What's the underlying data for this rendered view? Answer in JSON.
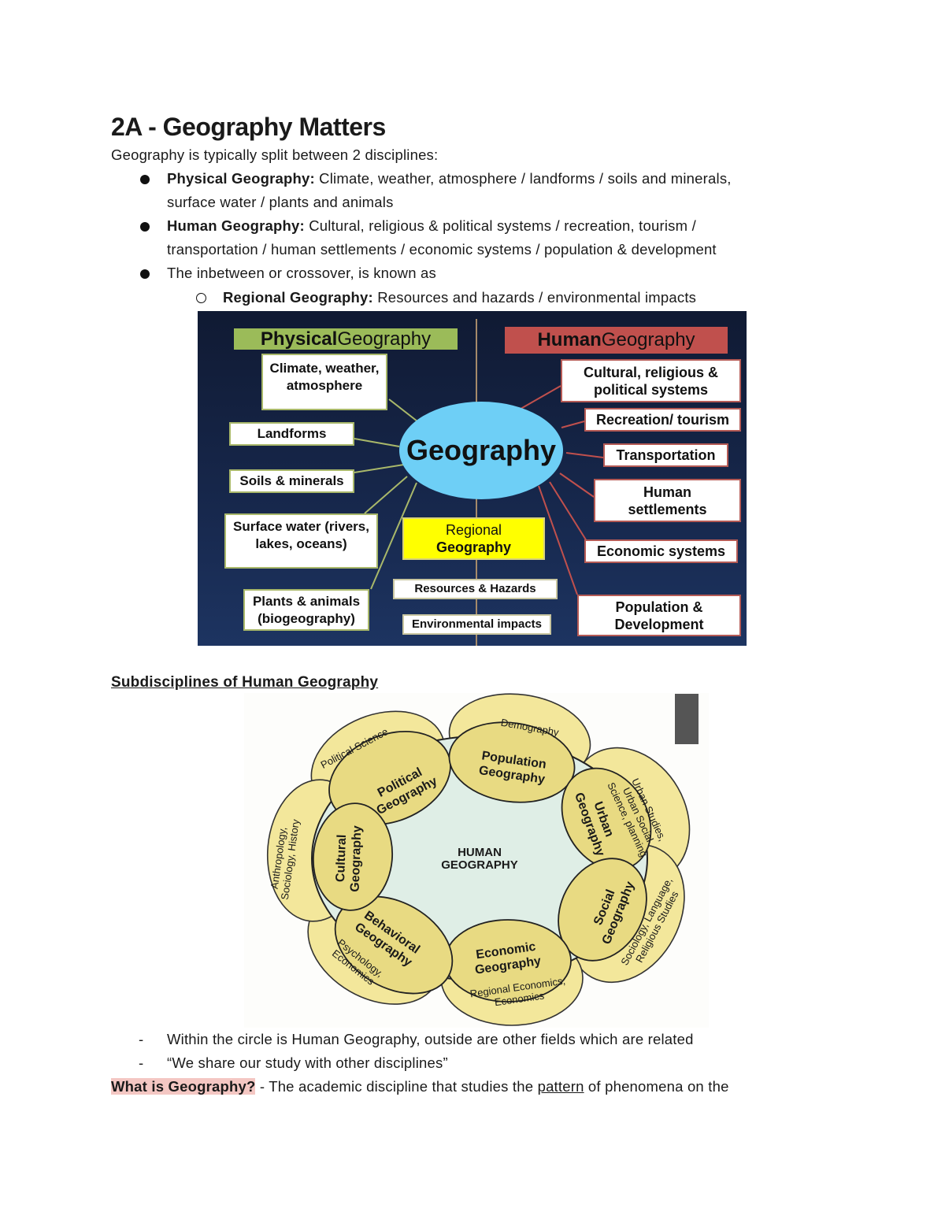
{
  "title": "2A - Geography Matters",
  "intro": "Geography is typically split between 2 disciplines:",
  "bullets": [
    {
      "label": "Physical Geography:",
      "text1": " Climate, weather, atmosphere / landforms / soils and minerals,",
      "text2": "surface water / plants and animals"
    },
    {
      "label": "Human Geography:",
      "text1": " Cultural, religious & political systems / recreation, tourism /",
      "text2": "transportation / human settlements / economic systems / population & development"
    },
    {
      "text1": "The inbetween or crossover, is known as"
    }
  ],
  "sub_bullet": {
    "label": "Regional Geography:",
    "text": " Resources and hazards / environmental impacts"
  },
  "diagram1": {
    "physical_header": {
      "bold": "Physical",
      "rest": " Geography"
    },
    "human_header": {
      "bold": "Human",
      "rest": " Geography"
    },
    "center": "Geography",
    "regional": {
      "line1": "Regional",
      "line2": "Geography"
    },
    "physical_items": [
      "Climate, weather, atmosphere",
      "Landforms",
      "Soils & minerals",
      "Surface water (rivers, lakes, oceans)",
      "Plants & animals (biogeography)"
    ],
    "human_items": [
      "Cultural, religious & political systems",
      "Recreation/ tourism",
      "Transportation",
      "Human settlements",
      "Economic systems",
      "Population & Development"
    ],
    "regional_items": [
      "Resources & Hazards",
      "Environmental impacts"
    ],
    "colors": {
      "physical": "#9bbb59",
      "human": "#c0504d",
      "center": "#6ecff6",
      "regional": "#ffff00"
    }
  },
  "section2_heading": "Subdisciplines of Human Geography",
  "diagram2": {
    "center": {
      "line1": "HUMAN",
      "line2": "GEOGRAPHY"
    },
    "inner": [
      {
        "line1": "Political",
        "line2": "Geography"
      },
      {
        "line1": "Population",
        "line2": "Geography"
      },
      {
        "line1": "Urban",
        "line2": "Geography"
      },
      {
        "line1": "Social",
        "line2": "Geography"
      },
      {
        "line1": "Economic",
        "line2": "Geography"
      },
      {
        "line1": "Behavioral",
        "line2": "Geography"
      },
      {
        "line1": "Cultural",
        "line2": "Geography"
      }
    ],
    "outer": [
      {
        "line1": "Political Science"
      },
      {
        "line1": "Demography"
      },
      {
        "line1": "Urban Studies,",
        "line2": "Urban Social",
        "line3": "Science, planning"
      },
      {
        "line1": "Sociology, Language,",
        "line2": "Religious Studies"
      },
      {
        "line1": "Regional Economics,",
        "line2": "Economics"
      },
      {
        "line1": "Psychology,",
        "line2": "Economics"
      },
      {
        "line1": "Anthropology,",
        "line2": "Sociology, History"
      }
    ],
    "colors": {
      "outer": "#f3e79b",
      "overlap": "#e3d67f",
      "center": "#dfeee6"
    }
  },
  "notes": [
    "Within the circle is Human Geography, outside are other fields which are related",
    "“We share our study with other disciplines”"
  ],
  "definition": {
    "term": "What is Geography?",
    "text1": " - The academic discipline that studies the ",
    "underlined": "pattern",
    "text2": " of phenomena on the"
  }
}
